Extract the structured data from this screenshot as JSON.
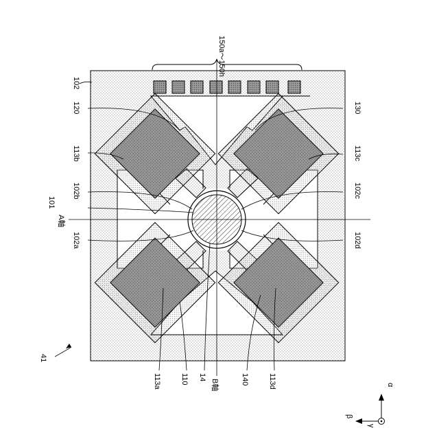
{
  "figure": {
    "ref_41": "41",
    "ref_102": "102",
    "ref_120": "120",
    "ref_130": "130",
    "ref_113b": "113b",
    "ref_113c": "113c",
    "ref_102b": "102b",
    "ref_102c": "102c",
    "ref_101": "101",
    "ref_a_axis": "A軸",
    "ref_102a": "102a",
    "ref_102d": "102d",
    "ref_113a": "113a",
    "ref_110": "110",
    "ref_14": "14",
    "ref_b_axis": "B軸",
    "ref_140": "140",
    "ref_113d": "113d",
    "ref_150": "150a～150h",
    "axis_alpha": "α",
    "axis_beta": "β",
    "axis_gamma": "γ"
  },
  "colors": {
    "line": "#000000",
    "dot": "#8c8c8c",
    "mass": "#8a8a8a",
    "background": "#ffffff"
  }
}
